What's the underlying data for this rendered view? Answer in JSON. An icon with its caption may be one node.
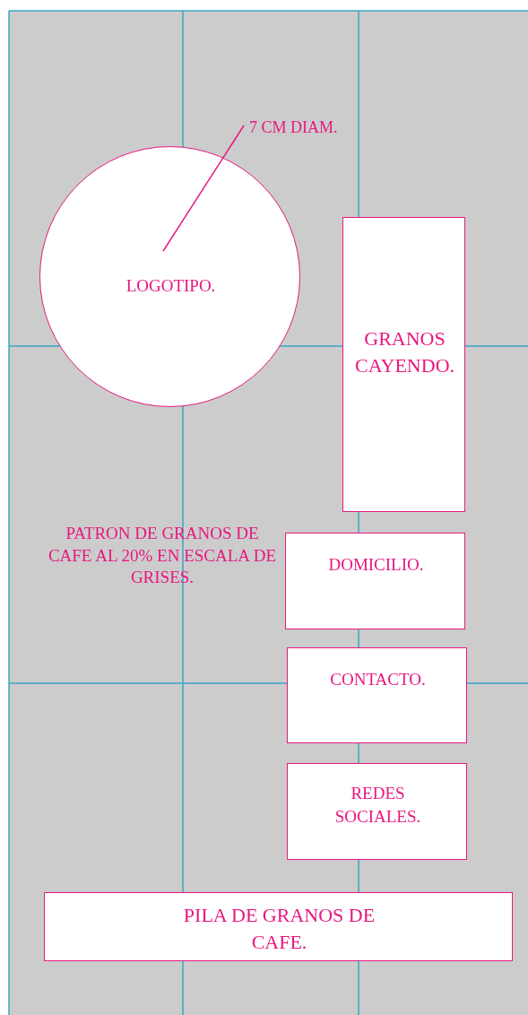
{
  "diagram": {
    "nodes": [
      {
        "text": [
          "LOGOTIPO."
        ]
      },
      {
        "text": [
          "GRANOS CAYENDO."
        ]
      },
      {
        "text": [
          "DOMICILIO."
        ]
      },
      {
        "text": [
          "CONTACTO."
        ]
      },
      {
        "text": [
          "REDES SOCIALES."
        ]
      },
      {
        "text": [
          "PILA DE GRANOS DE CAFE."
        ]
      }
    ],
    "labels": [
      "7 CM DIAM.",
      "PATRON DE GRANOS DE CAFE AL 20% EN ESCALA DE GRISES."
    ]
  }
}
